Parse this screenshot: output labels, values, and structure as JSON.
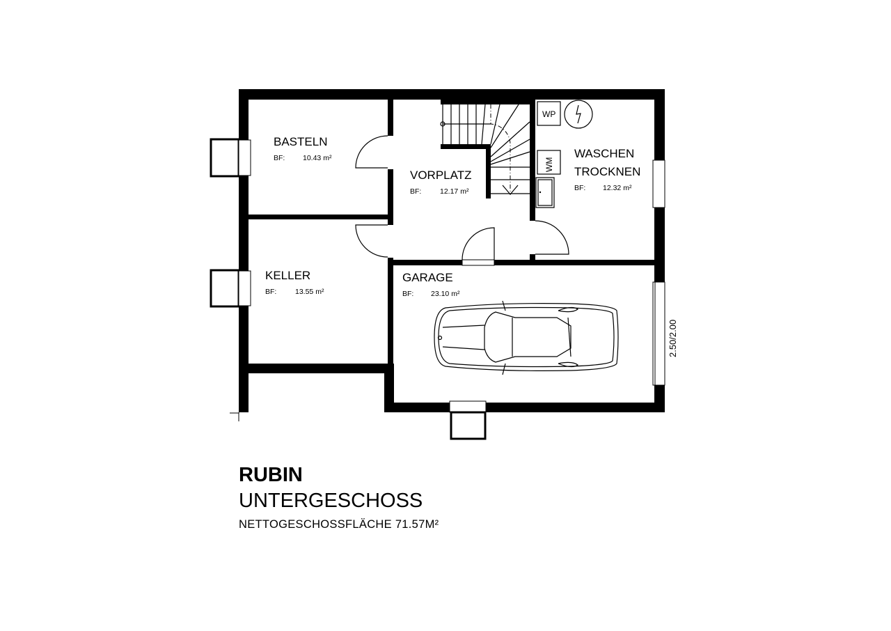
{
  "plan": {
    "rooms": [
      {
        "name": "BASTELN",
        "bf_label": "BF:",
        "area": "10.43 m²"
      },
      {
        "name": "VORPLATZ",
        "bf_label": "BF:",
        "area": "12.17 m²"
      },
      {
        "name": "WASCHEN",
        "name2": "TROCKNEN",
        "bf_label": "BF:",
        "area": "12.32 m²"
      },
      {
        "name": "KELLER",
        "bf_label": "BF:",
        "area": "13.55 m²"
      },
      {
        "name": "GARAGE",
        "bf_label": "BF:",
        "area": "23.10 m²"
      }
    ],
    "fixtures": {
      "heat_pump": "WP",
      "washing_machine": "WM"
    },
    "garage_door_size": "2.50/2.00"
  },
  "title": {
    "name": "RUBIN",
    "floor": "UNTERGESCHOSS",
    "net_area": "NETTOGESCHOSSFLÄCHE 71.57M²"
  }
}
